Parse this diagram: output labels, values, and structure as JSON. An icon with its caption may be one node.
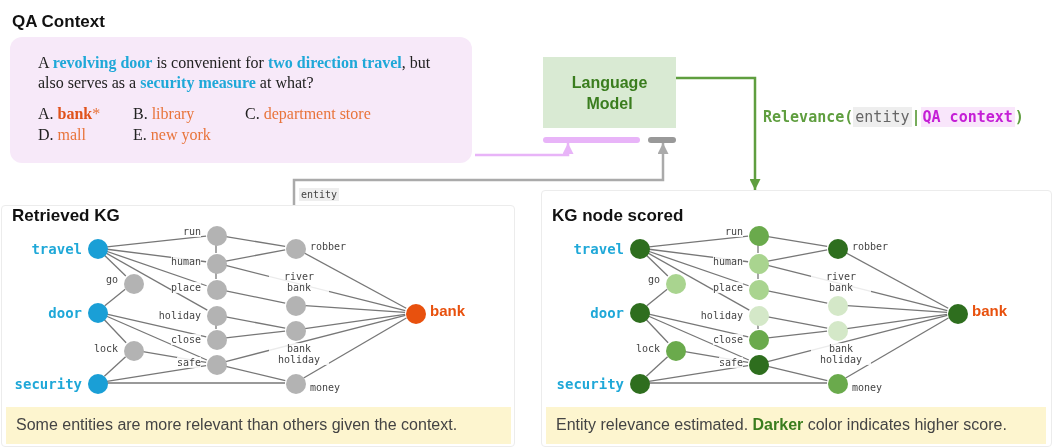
{
  "diagram": {
    "nodes": [
      {
        "text": [
          "QA Context",
          "A **revolving door** is convenient for **two direction travel**, but also serves as a **security measure** at what?",
          "A. **bank***",
          "B. library",
          "C. department store",
          "D. mall",
          "E. new york"
        ]
      },
      {
        "text": [
          "Language Model"
        ]
      },
      {
        "text": [],
        "shape": "bar"
      },
      {
        "text": [],
        "shape": "bar"
      },
      {
        "text": [
          "Retrieved KG"
        ]
      },
      {
        "text": [
          "Some entities are more relevant than others given the context."
        ],
        "in": 4
      },
      {
        "text": [],
        "shape": "circle",
        "beside": [
          "travel"
        ],
        "in": 4
      },
      {
        "text": [],
        "shape": "circle",
        "beside": [
          "door"
        ],
        "in": 4
      },
      {
        "text": [],
        "shape": "circle",
        "beside": [
          "security"
        ],
        "in": 4
      },
      {
        "text": [],
        "shape": "circle",
        "beside": [
          "go"
        ],
        "in": 4
      },
      {
        "text": [],
        "shape": "circle",
        "beside": [
          "lock"
        ],
        "in": 4
      },
      {
        "text": [],
        "shape": "circle",
        "beside": [
          "run"
        ],
        "in": 4
      },
      {
        "text": [],
        "shape": "circle",
        "beside": [
          "human"
        ],
        "in": 4
      },
      {
        "text": [],
        "shape": "circle",
        "beside": [
          "place"
        ],
        "in": 4
      },
      {
        "text": [],
        "shape": "circle",
        "beside": [
          "holiday"
        ],
        "in": 4
      },
      {
        "text": [],
        "shape": "circle",
        "beside": [
          "close"
        ],
        "in": 4
      },
      {
        "text": [],
        "shape": "circle",
        "beside": [
          "safe"
        ],
        "in": 4
      },
      {
        "text": [],
        "shape": "circle",
        "beside": [
          "robber"
        ],
        "in": 4
      },
      {
        "text": [],
        "shape": "circle",
        "beside": [
          "river bank"
        ],
        "in": 4
      },
      {
        "text": [],
        "shape": "circle",
        "beside": [
          "bank holiday"
        ],
        "in": 4
      },
      {
        "text": [],
        "shape": "circle",
        "beside": [
          "money"
        ],
        "in": 4
      },
      {
        "text": [],
        "shape": "circle",
        "beside": [
          "bank"
        ],
        "in": 4
      },
      {
        "text": [
          "KG node scored"
        ]
      },
      {
        "text": [
          "Entity relevance estimated. **Darker** color indicates higher score."
        ],
        "in": 22
      },
      {
        "text": [],
        "shape": "circle",
        "beside": [
          "travel"
        ],
        "in": 22
      },
      {
        "text": [],
        "shape": "circle",
        "beside": [
          "door"
        ],
        "in": 22
      },
      {
        "text": [],
        "shape": "circle",
        "beside": [
          "security"
        ],
        "in": 22
      },
      {
        "text": [],
        "shape": "circle",
        "beside": [
          "go"
        ],
        "in": 22
      },
      {
        "text": [],
        "shape": "circle",
        "beside": [
          "lock"
        ],
        "in": 22
      },
      {
        "text": [],
        "shape": "circle",
        "beside": [
          "run"
        ],
        "in": 22
      },
      {
        "text": [],
        "shape": "circle",
        "beside": [
          "human"
        ],
        "in": 22
      },
      {
        "text": [],
        "shape": "circle",
        "beside": [
          "place"
        ],
        "in": 22
      },
      {
        "text": [],
        "shape": "circle",
        "beside": [
          "holiday"
        ],
        "in": 22
      },
      {
        "text": [],
        "shape": "circle",
        "beside": [
          "close"
        ],
        "in": 22
      },
      {
        "text": [],
        "shape": "circle",
        "beside": [
          "safe"
        ],
        "in": 22
      },
      {
        "text": [],
        "shape": "circle",
        "beside": [
          "robber"
        ],
        "in": 22
      },
      {
        "text": [],
        "shape": "circle",
        "beside": [
          "river bank"
        ],
        "in": 22
      },
      {
        "text": [],
        "shape": "circle",
        "beside": [
          "bank holiday"
        ],
        "in": 22
      },
      {
        "text": [],
        "shape": "circle",
        "beside": [
          "money"
        ],
        "in": 22
      },
      {
        "text": [],
        "shape": "circle",
        "beside": [
          "bank"
        ],
        "in": 22
      }
    ],
    "edges": [
      {
        "from": 0,
        "to": 2,
        "arrow": "to",
        "color": "#e8b4f8"
      },
      {
        "from": 4,
        "to": 3,
        "arrow": "to",
        "label": "entity",
        "color": "#aaaaaa"
      },
      {
        "from": 1,
        "to": 22,
        "arrow": "to",
        "label": "Relevance(entity|QA context)",
        "color": "#5f9e3f"
      },
      {
        "from": 6,
        "to": 11,
        "arrow": "none"
      },
      {
        "from": 6,
        "to": 12,
        "arrow": "none"
      },
      {
        "from": 6,
        "to": 13,
        "arrow": "none"
      },
      {
        "from": 6,
        "to": 14,
        "arrow": "none"
      },
      {
        "from": 6,
        "to": 9,
        "arrow": "none"
      },
      {
        "from": 7,
        "to": 9,
        "arrow": "none"
      },
      {
        "from": 7,
        "to": 10,
        "arrow": "none"
      },
      {
        "from": 7,
        "to": 15,
        "arrow": "none"
      },
      {
        "from": 7,
        "to": 16,
        "arrow": "none"
      },
      {
        "from": 8,
        "to": 10,
        "arrow": "none"
      },
      {
        "from": 8,
        "to": 16,
        "arrow": "none"
      },
      {
        "from": 8,
        "to": 20,
        "arrow": "none"
      },
      {
        "from": 10,
        "to": 16,
        "arrow": "none"
      },
      {
        "from": 11,
        "to": 12,
        "arrow": "none"
      },
      {
        "from": 12,
        "to": 13,
        "arrow": "none"
      },
      {
        "from": 14,
        "to": 15,
        "arrow": "none"
      },
      {
        "from": 11,
        "to": 17,
        "arrow": "none"
      },
      {
        "from": 12,
        "to": 17,
        "arrow": "none"
      },
      {
        "from": 12,
        "to": 21,
        "arrow": "none"
      },
      {
        "from": 13,
        "to": 18,
        "arrow": "none"
      },
      {
        "from": 14,
        "to": 19,
        "arrow": "none"
      },
      {
        "from": 15,
        "to": 19,
        "arrow": "none"
      },
      {
        "from": 16,
        "to": 21,
        "arrow": "none"
      },
      {
        "from": 16,
        "to": 20,
        "arrow": "none"
      },
      {
        "from": 17,
        "to": 21,
        "arrow": "none"
      },
      {
        "from": 18,
        "to": 21,
        "arrow": "none"
      },
      {
        "from": 19,
        "to": 21,
        "arrow": "none"
      },
      {
        "from": 20,
        "to": 21,
        "arrow": "none"
      },
      {
        "from": 24,
        "to": 29,
        "arrow": "none"
      },
      {
        "from": 24,
        "to": 30,
        "arrow": "none"
      },
      {
        "from": 24,
        "to": 31,
        "arrow": "none"
      },
      {
        "from": 24,
        "to": 32,
        "arrow": "none"
      },
      {
        "from": 24,
        "to": 27,
        "arrow": "none"
      },
      {
        "from": 25,
        "to": 27,
        "arrow": "none"
      },
      {
        "from": 25,
        "to": 28,
        "arrow": "none"
      },
      {
        "from": 25,
        "to": 33,
        "arrow": "none"
      },
      {
        "from": 25,
        "to": 34,
        "arrow": "none"
      },
      {
        "from": 26,
        "to": 28,
        "arrow": "none"
      },
      {
        "from": 26,
        "to": 34,
        "arrow": "none"
      },
      {
        "from": 26,
        "to": 38,
        "arrow": "none"
      },
      {
        "from": 28,
        "to": 34,
        "arrow": "none"
      },
      {
        "from": 29,
        "to": 30,
        "arrow": "none"
      },
      {
        "from": 30,
        "to": 31,
        "arrow": "none"
      },
      {
        "from": 32,
        "to": 33,
        "arrow": "none"
      },
      {
        "from": 29,
        "to": 35,
        "arrow": "none"
      },
      {
        "from": 30,
        "to": 35,
        "arrow": "none"
      },
      {
        "from": 30,
        "to": 39,
        "arrow": "none"
      },
      {
        "from": 31,
        "to": 36,
        "arrow": "none"
      },
      {
        "from": 32,
        "to": 37,
        "arrow": "none"
      },
      {
        "from": 33,
        "to": 37,
        "arrow": "none"
      },
      {
        "from": 34,
        "to": 39,
        "arrow": "none"
      },
      {
        "from": 34,
        "to": 38,
        "arrow": "none"
      },
      {
        "from": 35,
        "to": 39,
        "arrow": "none"
      },
      {
        "from": 36,
        "to": 39,
        "arrow": "none"
      },
      {
        "from": 37,
        "to": 39,
        "arrow": "none"
      },
      {
        "from": 38,
        "to": 39,
        "arrow": "none"
      }
    ]
  }
}
